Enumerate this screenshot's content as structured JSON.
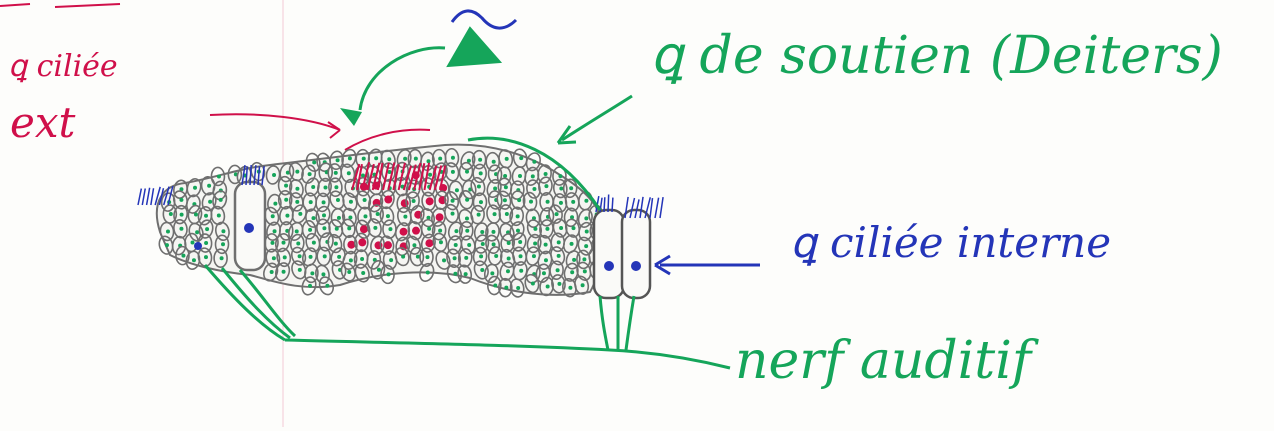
{
  "labels": {
    "cellule_ciliee_externe_line1": "ꝗ ciliée",
    "cellule_ciliee_externe_line2": "ext",
    "cellule_de_soutien": "ꝗ de soutien (Deiters)",
    "cellule_ciliee_interne": "ꝗ ciliée interne",
    "nerf_auditif": "nerf auditif"
  },
  "colors": {
    "green": "#15a55a",
    "red": "#d0104a",
    "blue": "#2435b8",
    "gray_outline": "#6f6f6f",
    "paper": "#fdfdfb"
  }
}
